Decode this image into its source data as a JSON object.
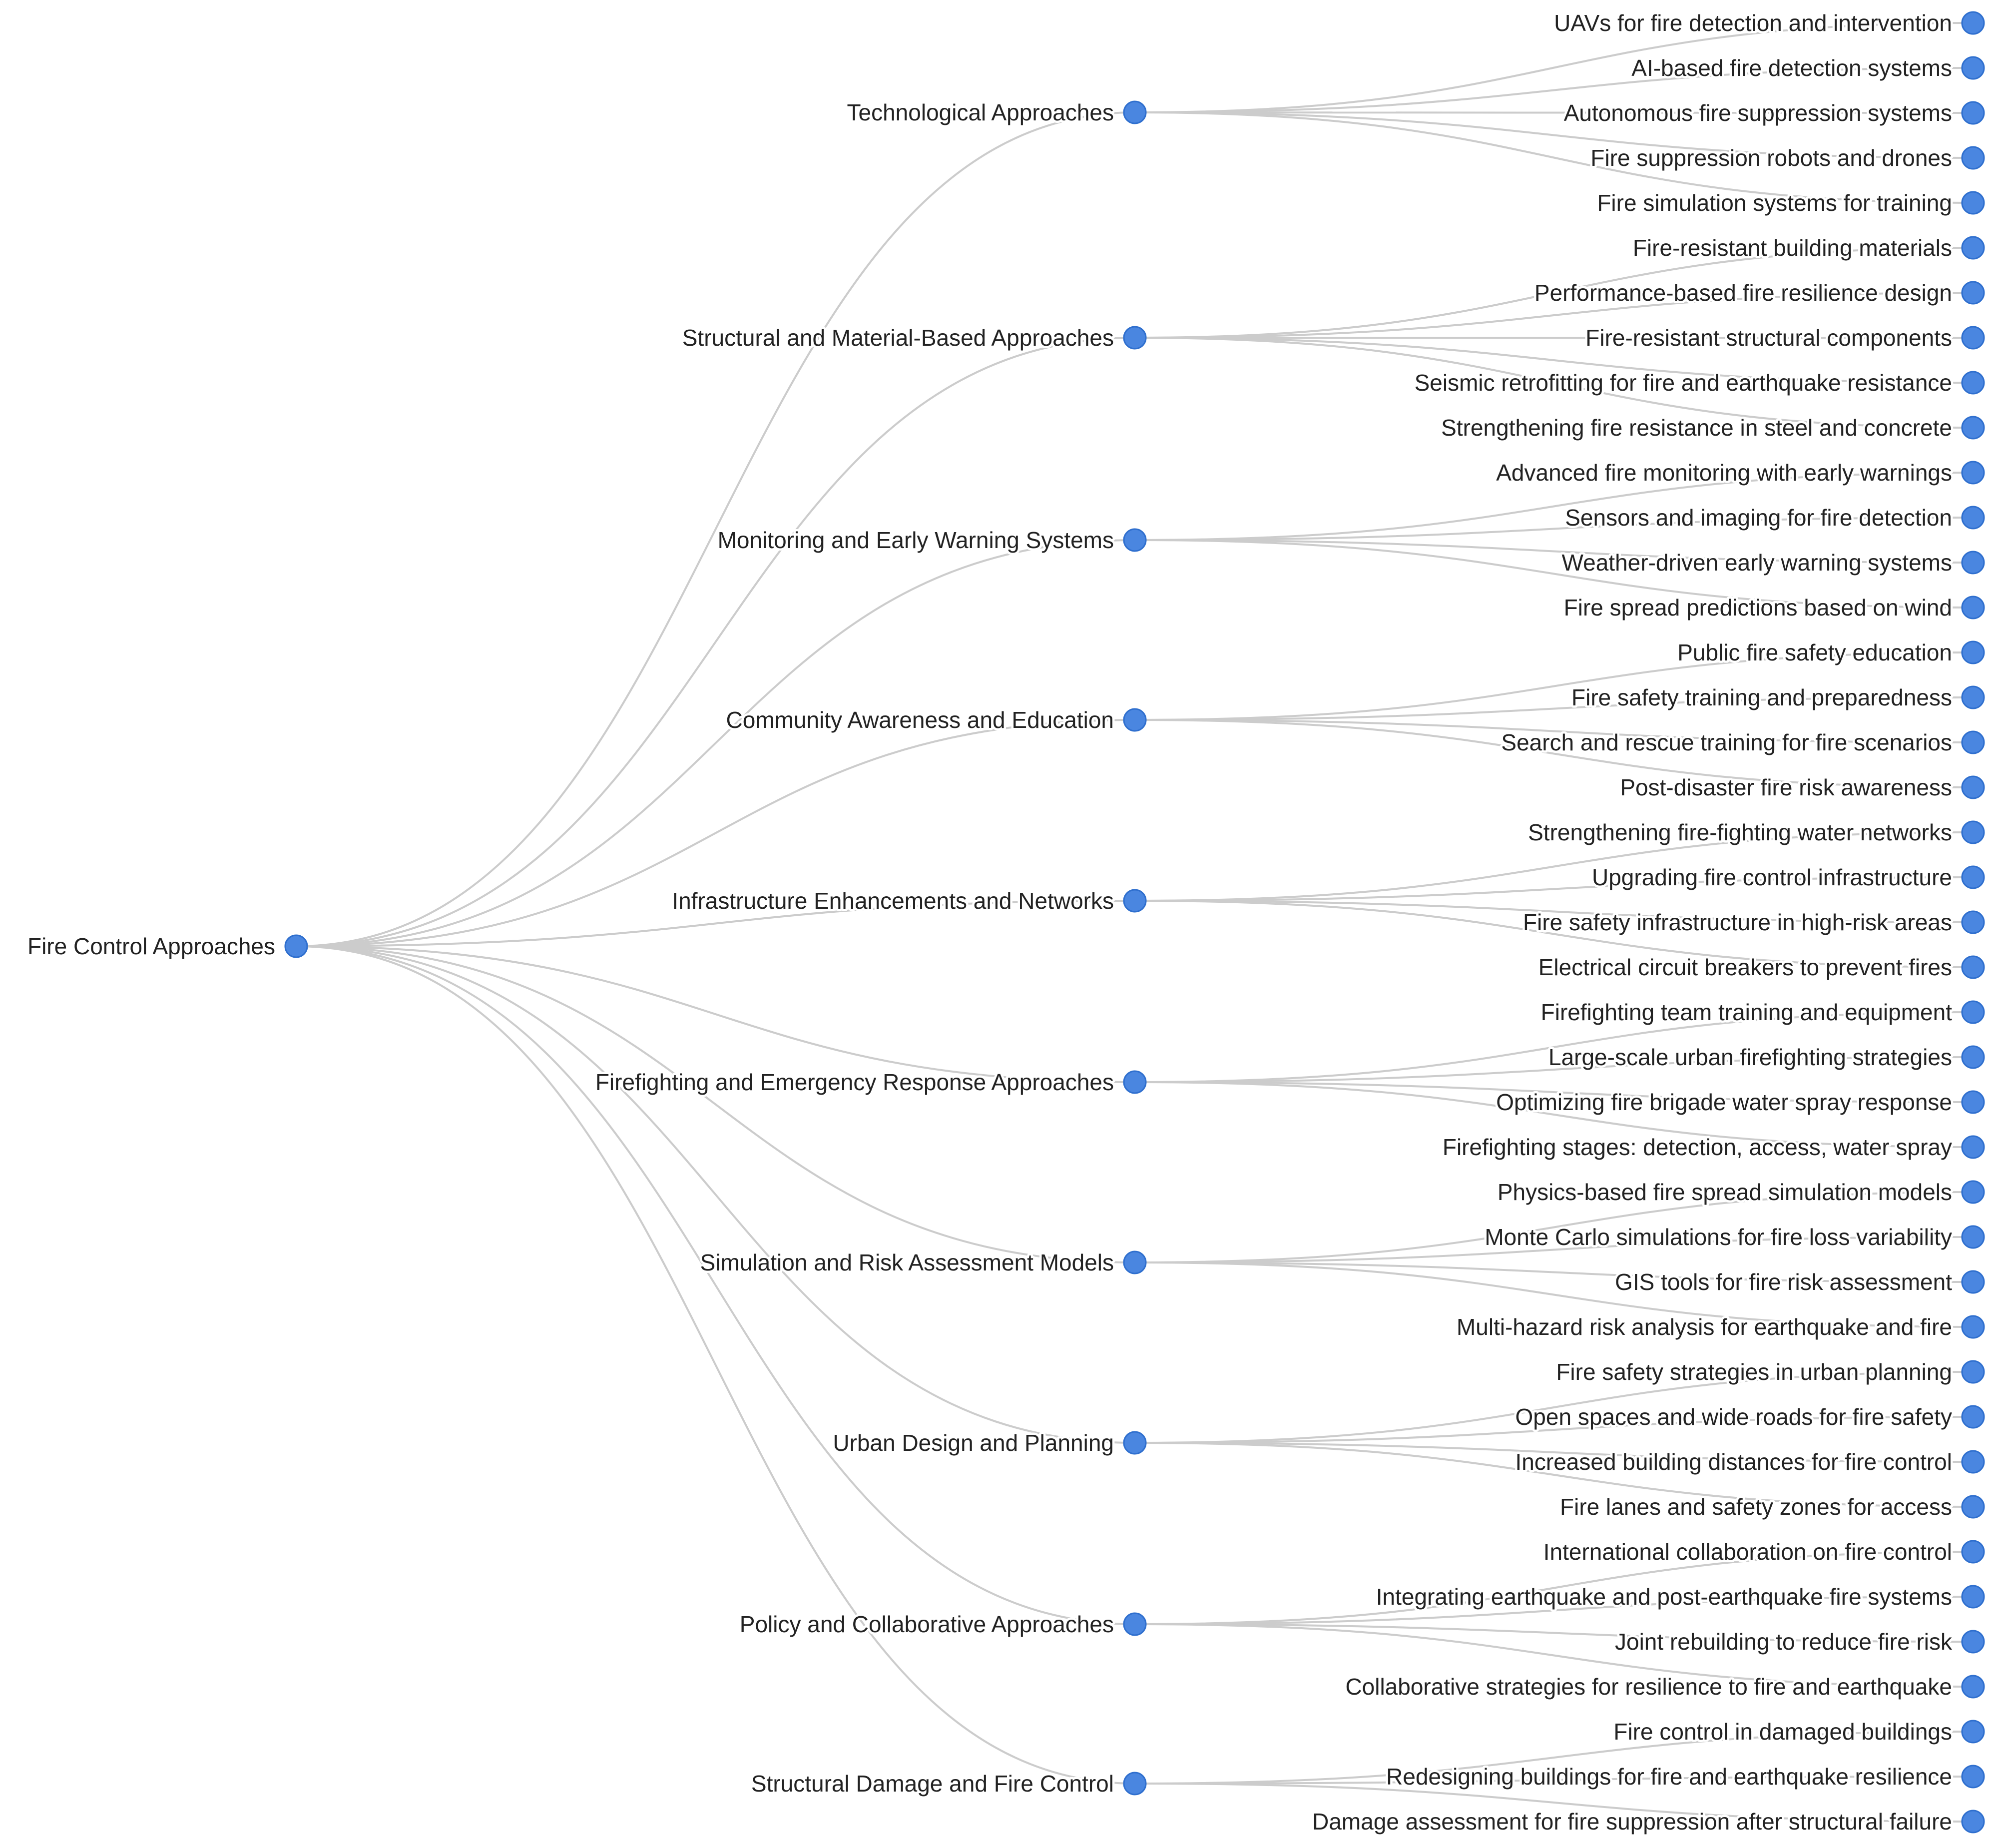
{
  "tree": {
    "root": {
      "label": "Fire Control Approaches",
      "children": [
        {
          "label": "Technological Approaches",
          "children": [
            "UAVs for fire detection and intervention",
            "AI-based fire detection systems",
            "Autonomous fire suppression systems",
            "Fire suppression robots and drones",
            "Fire simulation systems for training"
          ]
        },
        {
          "label": "Structural and Material-Based Approaches",
          "children": [
            "Fire-resistant building materials",
            "Performance-based fire resilience design",
            "Fire-resistant structural components",
            "Seismic retrofitting for fire and earthquake resistance",
            "Strengthening fire resistance in steel and concrete"
          ]
        },
        {
          "label": "Monitoring and Early Warning Systems",
          "children": [
            "Advanced fire monitoring with early warnings",
            "Sensors and imaging for fire detection",
            "Weather-driven early warning systems",
            "Fire spread predictions based on wind"
          ]
        },
        {
          "label": "Community Awareness and Education",
          "children": [
            "Public fire safety education",
            "Fire safety training and preparedness",
            "Search and rescue training for fire scenarios",
            "Post-disaster fire risk awareness"
          ]
        },
        {
          "label": "Infrastructure Enhancements and Networks",
          "children": [
            "Strengthening fire-fighting water networks",
            "Upgrading fire control infrastructure",
            "Fire safety infrastructure in high-risk areas",
            "Electrical circuit breakers to prevent fires"
          ]
        },
        {
          "label": "Firefighting and Emergency Response Approaches",
          "children": [
            "Firefighting team training and equipment",
            "Large-scale urban firefighting strategies",
            "Optimizing fire brigade water spray response",
            "Firefighting stages: detection, access, water spray"
          ]
        },
        {
          "label": "Simulation and Risk Assessment Models",
          "children": [
            "Physics-based fire spread simulation models",
            "Monte Carlo simulations for fire loss variability",
            "GIS tools for fire risk assessment",
            "Multi-hazard risk analysis for earthquake and fire"
          ]
        },
        {
          "label": "Urban Design and Planning",
          "children": [
            "Fire safety strategies in urban planning",
            "Open spaces and wide roads for fire safety",
            "Increased building distances for fire control",
            "Fire lanes and safety zones for access"
          ]
        },
        {
          "label": "Policy and Collaborative Approaches",
          "children": [
            "International collaboration on fire control",
            "Integrating earthquake and post-earthquake fire systems",
            "Joint rebuilding to reduce fire risk",
            "Collaborative strategies for resilience to fire and earthquake"
          ]
        },
        {
          "label": "Structural Damage and Fire Control",
          "children": [
            "Fire control in damaged buildings",
            "Redesigning buildings for fire and earthquake resilience",
            "Damage assessment for fire suppression after structural failure"
          ]
        }
      ]
    }
  },
  "colors": {
    "node_fill": "#4a86e0",
    "node_stroke": "#2f6fce",
    "link": "#cccccc",
    "text": "#222222"
  }
}
